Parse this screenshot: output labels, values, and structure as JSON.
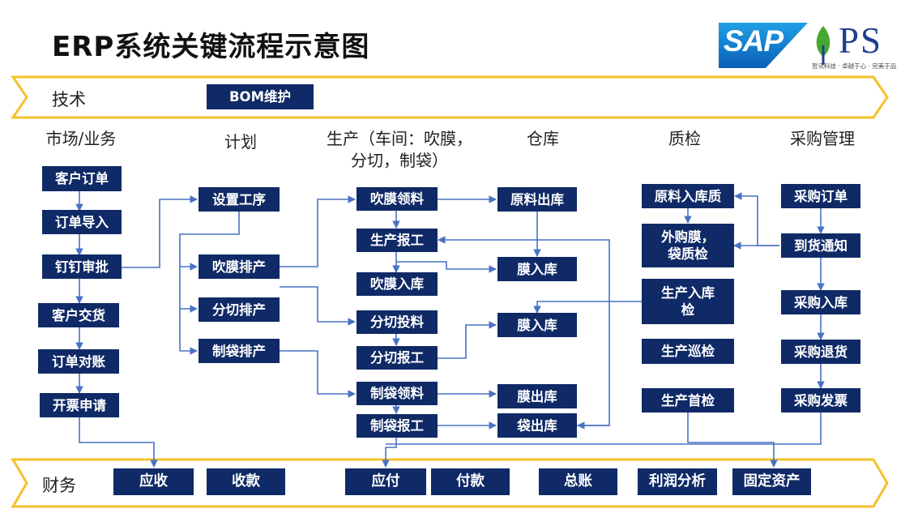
{
  "title": "ERP系统关键流程示意图",
  "logos": {
    "sap": "SAP",
    "sap_reg": "®",
    "ips": "PS",
    "ips_slogan": "哲讯科技 · 卓越于心 · 完美于品"
  },
  "bands": {
    "tech": {
      "label": "技术"
    },
    "finance": {
      "label": "财务"
    }
  },
  "columns": {
    "market": "市场/业务",
    "plan": "计划",
    "prod": "生产（车间：吹膜，分切，制袋）",
    "warehouse": "仓库",
    "qc": "质检",
    "purchase": "采购管理"
  },
  "nodes": {
    "bom": "BOM维护",
    "m1": "客户订单",
    "m2": "订单导入",
    "m3": "钉钉审批",
    "m4": "客户交货",
    "m5": "订单对账",
    "m6": "开票申请",
    "p1": "设置工序",
    "p2": "吹膜排产",
    "p3": "分切排产",
    "p4": "制袋排产",
    "s1": "吹膜领料",
    "s2": "生产报工",
    "s3": "吹膜入库",
    "s4": "分切投料",
    "s5": "分切报工",
    "s6": "制袋领料",
    "s7": "制袋报工",
    "w1": "原料出库",
    "w2": "膜入库",
    "w3": "膜入库",
    "w4": "膜出库",
    "w5": "袋出库",
    "q1": "原料入库质",
    "q2": "外购膜，袋质检",
    "q3": "生产入库检",
    "q4": "生产巡检",
    "q5": "生产首检",
    "c1": "采购订单",
    "c2": "到货通知",
    "c3": "采购入库",
    "c4": "采购退货",
    "c5": "采购发票",
    "f1": "应收",
    "f2": "收款",
    "f3": "应付",
    "f4": "付款",
    "f5": "总账",
    "f6": "利润分析",
    "f7": "固定资产"
  },
  "colors": {
    "box": "#0f2a66",
    "line": "#4a72c4",
    "band_border": "#f5c12a",
    "sap_blue": "#0a66c2",
    "ips_green": "#46a832"
  }
}
